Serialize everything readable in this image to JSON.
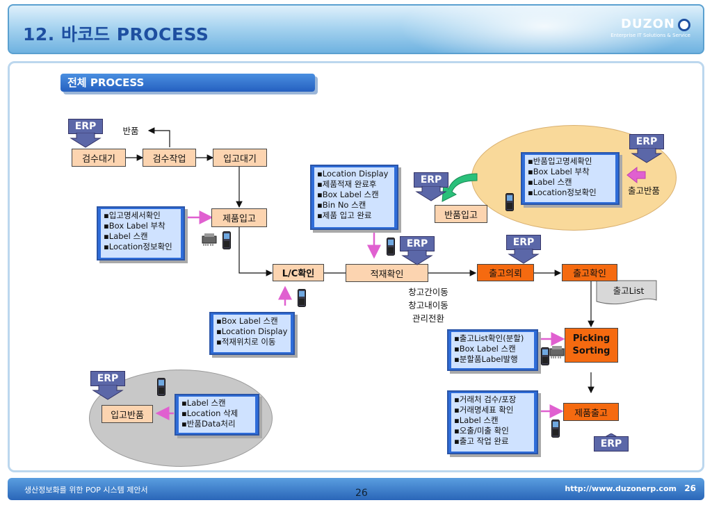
{
  "header": {
    "title": "12. 바코드 PROCESS",
    "logo_name": "DUZON",
    "logo_tagline": "Enterprise IT Solutions & Service"
  },
  "section": {
    "title": "전체 PROCESS"
  },
  "erp_label": "ERP",
  "nodes": {
    "inspect_wait": "검수대기",
    "inspect_work": "검수작업",
    "receive_wait": "입고대기",
    "product_receive": "제품입고",
    "lc_check": "L/C확인",
    "stacking_check": "적재확인",
    "ship_request": "출고의뢰",
    "ship_confirm": "출고확인",
    "picking_sorting": [
      "Picking",
      "Sorting"
    ],
    "product_ship": "제품출고",
    "return_receive": "반품입고",
    "receive_return": "입고반품",
    "ship_list": "출고List"
  },
  "labels": {
    "return": "반품",
    "ship_return": "출고반품",
    "transfer_lines": [
      "창고간이동",
      "창고내이동",
      "관리전환"
    ]
  },
  "notes": {
    "receipt": [
      "▪입고명세서확인",
      "▪Box Label 부착",
      "▪Label 스캔",
      "▪Location정보확인"
    ],
    "location": [
      "▪Location Display",
      "▪제품적재 완료후",
      "▪Box Label 스캔",
      "▪Bin No 스캔",
      "▪제품 입고 완료"
    ],
    "lc": [
      "▪Box Label 스캔",
      "▪Location Display",
      "▪적재위치로 이동"
    ],
    "return_in": [
      "▪반품입고명세확인",
      "▪Box Label 부착",
      "▪Label 스캔",
      "▪Location정보확인"
    ],
    "picking": [
      "▪출고List확인(분할)",
      "▪Box Label 스캔",
      "▪분할품Label발행"
    ],
    "shipping": [
      "▪거래처 검수/포장",
      "▪거래명세표 확인",
      "▪Label 스캔",
      "▪오출/미출 확인",
      "▪출고 작업 완료"
    ],
    "return_out": [
      "▪Label 스캔",
      "▪Location 삭제",
      "▪반품Data처리"
    ]
  },
  "footer": {
    "left": "생산정보화를 위한 POP 시스템 제안서",
    "page": "26",
    "url": "http://www.duzonerp.com",
    "page_right": "26"
  },
  "colors": {
    "header_title": "#1e4fa0",
    "peach": "#fcd4b0",
    "orange": "#f56a10",
    "erp": "#5b67a8",
    "note_fill": "#cfe2ff",
    "note_border": "#2f6dd9",
    "oval_gold": "#f9d99a",
    "oval_gray": "#c8c8c8",
    "pink_arrow": "#e060d0"
  }
}
